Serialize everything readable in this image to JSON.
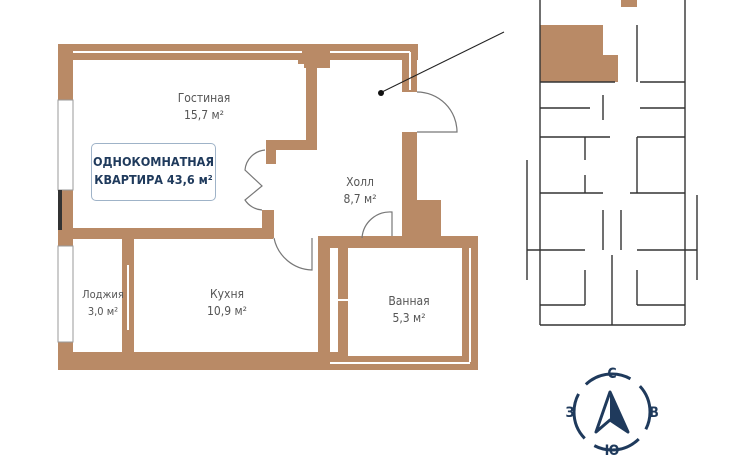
{
  "apartment": {
    "type_label": "ОДНОКОМНАТНАЯ",
    "total_label": "КВАРТИРА 43,6 м²"
  },
  "rooms": [
    {
      "name": "Гостиная",
      "area": "15,7 м²"
    },
    {
      "name": "Холл",
      "area": "8,7 м²"
    },
    {
      "name": "Лоджия",
      "area": "3,0 м²"
    },
    {
      "name": "Кухня",
      "area": "10,9 м²"
    },
    {
      "name": "Ванная",
      "area": "5,3 м²"
    }
  ],
  "compass": {
    "north": "С",
    "south": "Ю",
    "west": "З",
    "east": "В"
  },
  "colors": {
    "wall": "#b98a66",
    "accent": "#1f3a5c",
    "highlight": "#b98a66"
  }
}
